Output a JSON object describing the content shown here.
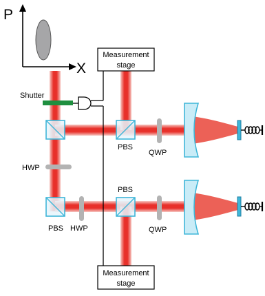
{
  "diagram": {
    "axes": {
      "y_label": "P",
      "x_label": "X"
    },
    "labels": {
      "shutter": "Shutter",
      "hwp": "HWP",
      "pbs": "PBS",
      "qwp": "QWP",
      "measurement": "Measurement",
      "stage": "stage"
    },
    "colors": {
      "beam": "#e8302a",
      "beam_glow": "#f3a7a0",
      "cube_edge": "#3fb6d8",
      "cube_fill": "#e6f5fb",
      "mirror": "#3fb6d8",
      "shutter": "#1f8f3f",
      "waveplate": "#b3b3b3",
      "ellipse": "#a6a6a8",
      "line": "#000000"
    }
  }
}
